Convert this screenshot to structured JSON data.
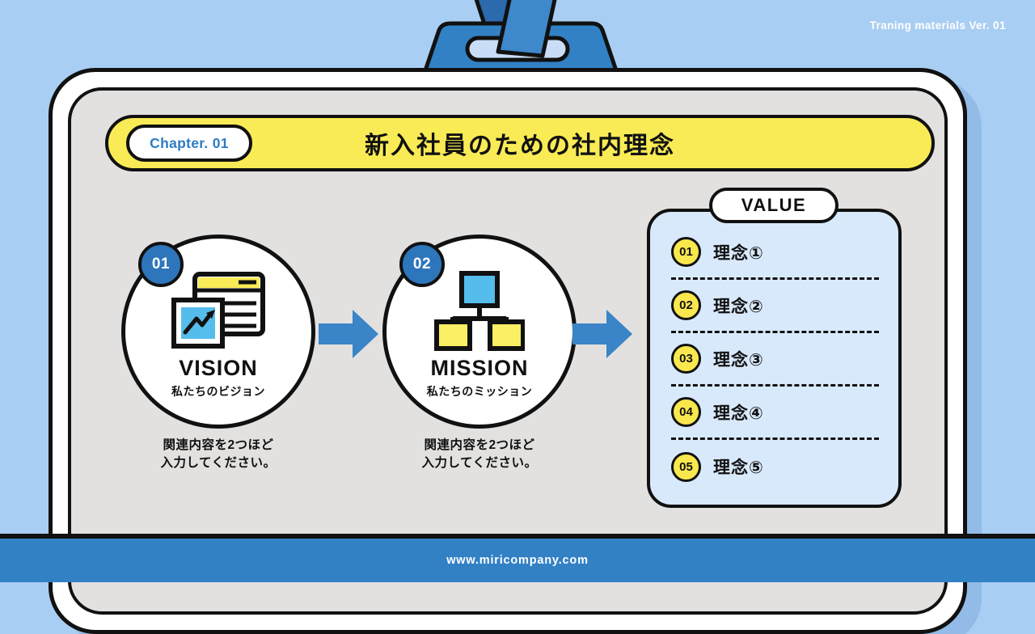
{
  "meta": {
    "version_label": "Traning materials Ver. 01",
    "footer_url": "www.miricompany.com"
  },
  "header": {
    "chapter_label": "Chapter. 01",
    "title": "新入社員のための社内理念"
  },
  "steps": [
    {
      "number": "01",
      "title": "VISION",
      "subtitle": "私たちのビジョン",
      "caption_line1": "関連内容を2つほど",
      "caption_line2": "入力してください。",
      "icon": "browser-chart-icon"
    },
    {
      "number": "02",
      "title": "MISSION",
      "subtitle": "私たちのミッション",
      "caption_line1": "関連内容を2つほど",
      "caption_line2": "入力してください。",
      "icon": "org-chart-icon"
    }
  ],
  "value_panel": {
    "title": "VALUE",
    "items": [
      {
        "number": "01",
        "label": "理念①"
      },
      {
        "number": "02",
        "label": "理念②"
      },
      {
        "number": "03",
        "label": "理念③"
      },
      {
        "number": "04",
        "label": "理念④"
      },
      {
        "number": "05",
        "label": "理念⑤"
      }
    ]
  },
  "colors": {
    "background": "#A9CEF3",
    "accent_blue": "#3381C5",
    "badge_blue": "#2D76BB",
    "strap_dark_blue": "#2B6AAD",
    "icon_blue": "#55BDEB",
    "yellow": "#F9EB55",
    "badge_yellow": "#F8E84E",
    "card_gray": "#E2E1E0",
    "panel_light_blue": "#D9E9FC",
    "slot_light_blue": "#C9DEF6",
    "shadow_blue": "#92BBE7",
    "outline_black": "#111111",
    "chapter_text_blue": "#2E7CC3"
  }
}
